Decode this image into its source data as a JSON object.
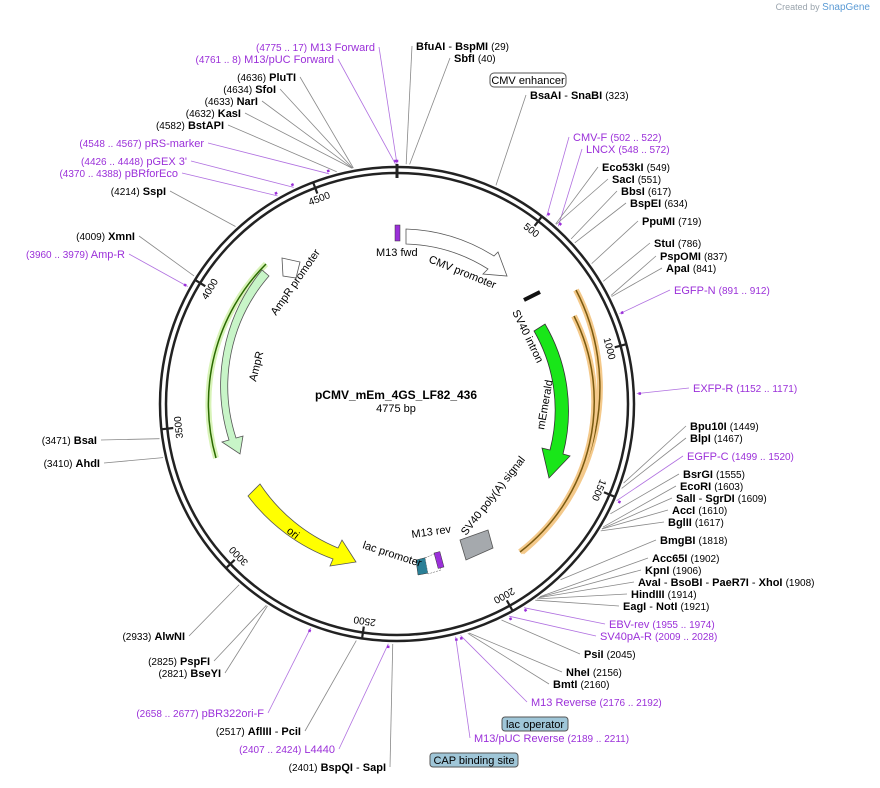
{
  "watermark": {
    "prefix": "Created by",
    "brand": "SnapGene"
  },
  "plasmid": {
    "name": "pCMV_mEm_4GS_LF82_436",
    "length": "4775 bp",
    "total_bp": 4775
  },
  "ticks": [
    "500",
    "1000",
    "1500",
    "2000",
    "2500",
    "3000",
    "3500",
    "4000",
    "4500"
  ],
  "features": [
    {
      "label": "CMV promoter",
      "color": "#ffffff"
    },
    {
      "label": "M13 fwd",
      "color": "#a020f0"
    },
    {
      "label": "SV40 intron",
      "color": "#ffffff"
    },
    {
      "label": "mEmerald",
      "color": "#19e619"
    },
    {
      "label": "SV40 poly(A) signal",
      "color": "#a5a9ad"
    },
    {
      "label": "lac promoter",
      "color": "#ffffff"
    },
    {
      "label": "M13 rev",
      "color": "#a020f0"
    },
    {
      "label": "ori",
      "color": "#ffff00"
    },
    {
      "label": "AmpR",
      "color": "#c8f5c8"
    },
    {
      "label": "AmpR promoter",
      "color": "#ffffff"
    }
  ],
  "boxed_labels": [
    {
      "text": "CMV enhancer",
      "color": "#ffffff"
    },
    {
      "text": "lac operator",
      "color": "#9fc6d8"
    },
    {
      "text": "CAP binding site",
      "color": "#9fc6d8"
    }
  ],
  "labels": [
    {
      "pos": "(4775 .. 17)",
      "name": "M13 Forward",
      "type": "primer"
    },
    {
      "pos": "(4761 .. 8)",
      "name": "M13/pUC Forward",
      "type": "primer"
    },
    {
      "pos": "(4636)",
      "name": "PluTI",
      "type": "enzyme"
    },
    {
      "pos": "(4634)",
      "name": "SfoI",
      "type": "enzyme"
    },
    {
      "pos": "(4633)",
      "name": "NarI",
      "type": "enzyme"
    },
    {
      "pos": "(4632)",
      "name": "KasI",
      "type": "enzyme"
    },
    {
      "pos": "(4582)",
      "name": "BstAPI",
      "type": "enzyme"
    },
    {
      "pos": "(4548 .. 4567)",
      "name": "pRS-marker",
      "type": "primer"
    },
    {
      "pos": "(4426 .. 4448)",
      "name": "pGEX 3'",
      "type": "primer"
    },
    {
      "pos": "(4370 .. 4388)",
      "name": "pBRforEco",
      "type": "primer"
    },
    {
      "pos": "(4214)",
      "name": "SspI",
      "type": "enzyme"
    },
    {
      "pos": "(4009)",
      "name": "XmnI",
      "type": "enzyme"
    },
    {
      "pos": "(3960 .. 3979)",
      "name": "Amp-R",
      "type": "primer"
    },
    {
      "pos": "(3471)",
      "name": "BsaI",
      "type": "enzyme"
    },
    {
      "pos": "(3410)",
      "name": "AhdI",
      "type": "enzyme"
    },
    {
      "pos": "(2933)",
      "name": "AlwNI",
      "type": "enzyme"
    },
    {
      "pos": "(2825)",
      "name": "PspFI",
      "type": "enzyme"
    },
    {
      "pos": "(2821)",
      "name": "BseYI",
      "type": "enzyme"
    },
    {
      "pos": "(2658 .. 2677)",
      "name": "pBR322ori-F",
      "type": "primer"
    },
    {
      "pos": "(2517)",
      "name": "AflIII",
      "name2": "PciI",
      "type": "enzyme"
    },
    {
      "pos": "(2407 .. 2424)",
      "name": "L4440",
      "type": "primer"
    },
    {
      "pos": "(2401)",
      "name": "BspQI",
      "name2": "SapI",
      "type": "enzyme"
    },
    {
      "name": "BfuAI",
      "name2": "BspMI",
      "pos": "(29)",
      "type": "enzyme"
    },
    {
      "name": "SbfI",
      "pos": "(40)",
      "type": "enzyme"
    },
    {
      "name": "BsaAI",
      "name2": "SnaBI",
      "pos": "(323)",
      "type": "enzyme"
    },
    {
      "name": "CMV-F",
      "pos": "(502 .. 522)",
      "type": "primer"
    },
    {
      "name": "LNCX",
      "pos": "(548 .. 572)",
      "type": "primer"
    },
    {
      "name": "Eco53kI",
      "pos": "(549)",
      "type": "enzyme"
    },
    {
      "name": "SacI",
      "pos": "(551)",
      "type": "enzyme"
    },
    {
      "name": "BbsI",
      "pos": "(617)",
      "type": "enzyme"
    },
    {
      "name": "BspEI",
      "pos": "(634)",
      "type": "enzyme"
    },
    {
      "name": "PpuMI",
      "pos": "(719)",
      "type": "enzyme"
    },
    {
      "name": "StuI",
      "pos": "(786)",
      "type": "enzyme"
    },
    {
      "name": "PspOMI",
      "pos": "(837)",
      "type": "enzyme"
    },
    {
      "name": "ApaI",
      "pos": "(841)",
      "type": "enzyme"
    },
    {
      "name": "EGFP-N",
      "pos": "(891 .. 912)",
      "type": "primer"
    },
    {
      "name": "EXFP-R",
      "pos": "(1152 .. 1171)",
      "type": "primer"
    },
    {
      "name": "Bpu10I",
      "pos": "(1449)",
      "type": "enzyme"
    },
    {
      "name": "BlpI",
      "pos": "(1467)",
      "type": "enzyme"
    },
    {
      "name": "EGFP-C",
      "pos": "(1499 .. 1520)",
      "type": "primer"
    },
    {
      "name": "BsrGI",
      "pos": "(1555)",
      "type": "enzyme"
    },
    {
      "name": "EcoRI",
      "pos": "(1603)",
      "type": "enzyme"
    },
    {
      "name": "SalI",
      "name2": "SgrDI",
      "pos": "(1609)",
      "type": "enzyme"
    },
    {
      "name": "AccI",
      "pos": "(1610)",
      "type": "enzyme"
    },
    {
      "name": "BglII",
      "pos": "(1617)",
      "type": "enzyme"
    },
    {
      "name": "BmgBI",
      "pos": "(1818)",
      "type": "enzyme"
    },
    {
      "name": "Acc65I",
      "pos": "(1902)",
      "type": "enzyme"
    },
    {
      "name": "KpnI",
      "pos": "(1906)",
      "type": "enzyme"
    },
    {
      "name": "AvaI",
      "name2": "BsoBI",
      "name3": "PaeR7I",
      "name4": "XhoI",
      "pos": "(1908)",
      "type": "enzyme"
    },
    {
      "name": "HindIII",
      "pos": "(1914)",
      "type": "enzyme"
    },
    {
      "name": "EagI",
      "name2": "NotI",
      "pos": "(1921)",
      "type": "enzyme"
    },
    {
      "name": "EBV-rev",
      "pos": "(1955 .. 1974)",
      "type": "primer"
    },
    {
      "name": "SV40pA-R",
      "pos": "(2009 .. 2028)",
      "type": "primer"
    },
    {
      "name": "PsiI",
      "pos": "(2045)",
      "type": "enzyme"
    },
    {
      "name": "NheI",
      "pos": "(2156)",
      "type": "enzyme"
    },
    {
      "name": "BmtI",
      "pos": "(2160)",
      "type": "enzyme"
    },
    {
      "name": "M13 Reverse",
      "pos": "(2176 .. 2192)",
      "type": "primer"
    },
    {
      "name": "M13/pUC Reverse",
      "pos": "(2189 .. 2211)",
      "type": "primer"
    }
  ]
}
